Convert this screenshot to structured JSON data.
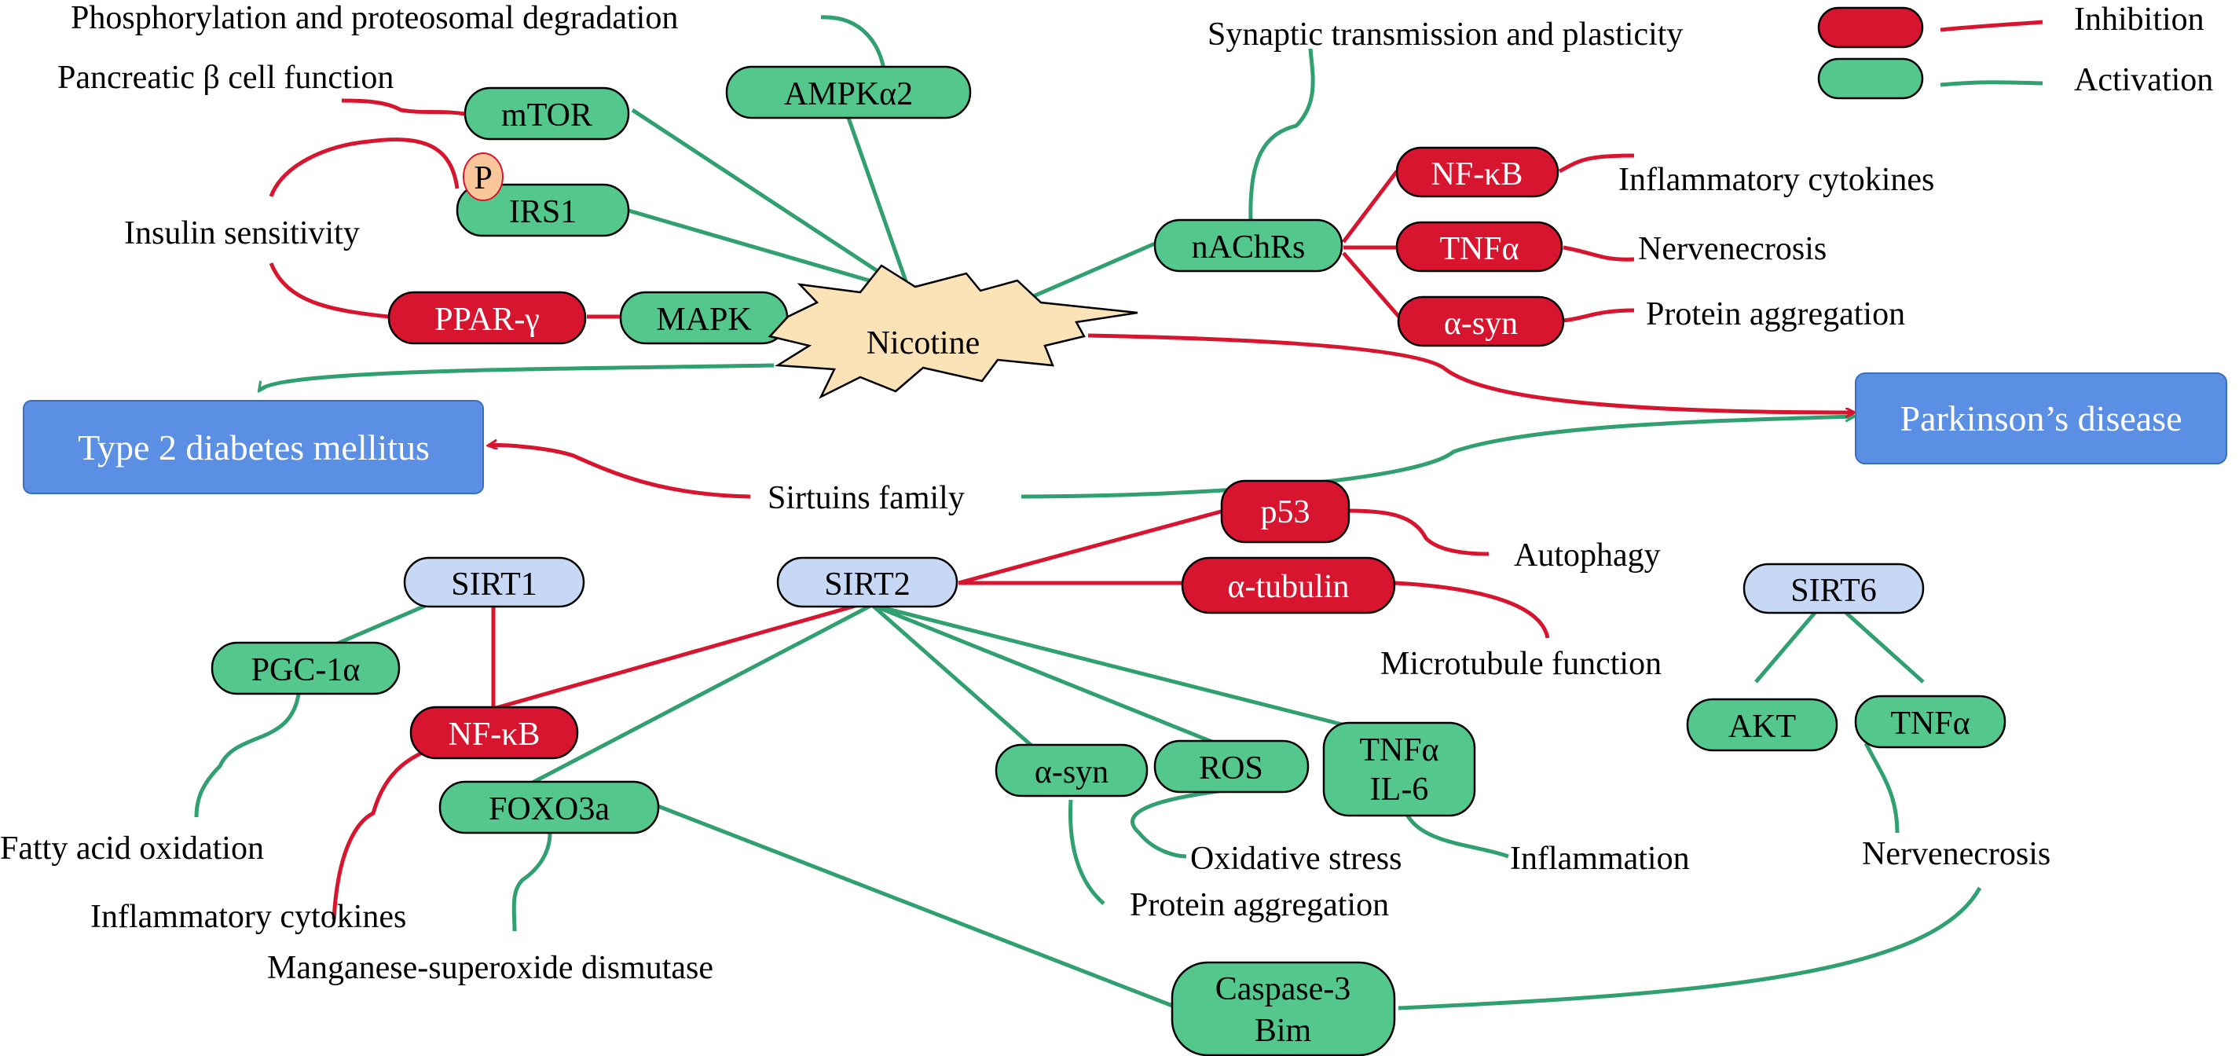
{
  "colors": {
    "inhibition": "#d8152f",
    "activation": "#30a070",
    "green_node": "#54c78d",
    "red_node": "#d8152f",
    "blue_node": "#c7d8f6",
    "disease_box": "#5b8fe3",
    "nicotine_fill": "#fbe2b7",
    "phospho_fill": "#f9c79a"
  },
  "legend": {
    "inhibition": "Inhibition",
    "activation": "Activation"
  },
  "nodes": {
    "mtor": "mTOR",
    "ampk": "AMPKα2",
    "irs1": "IRS1",
    "phospho": "P",
    "ppar": "PPAR-γ",
    "mapk": "MAPK",
    "nicotine": "Nicotine",
    "nachrs": "nAChRs",
    "nfkb_top": "NF-κB",
    "tnfa_top": "TNFα",
    "asyn_top": "α-syn",
    "t2dm": "Type 2 diabetes mellitus",
    "pd": "Parkinson’s disease",
    "p53": "p53",
    "sirt1": "SIRT1",
    "sirt2": "SIRT2",
    "tubulin": "α-tubulin",
    "sirt6": "SIRT6",
    "pgc": "PGC-1α",
    "nfkb_bottom": "NF-κB",
    "foxo": "FOXO3a",
    "asyn_bottom": "α-syn",
    "ros": "ROS",
    "tnfa_il6_line1": "TNFα",
    "tnfa_il6_line2": "IL-6",
    "akt": "AKT",
    "tnfa_right": "TNFα",
    "caspase_line1": "Caspase-3",
    "caspase_line2": "Bim"
  },
  "labels": {
    "phospho_degradation": "Phosphorylation and proteosomal degradation",
    "beta_cell": "Pancreatic β cell function",
    "insulin": "Insulin sensitivity",
    "synaptic": "Synaptic transmission and plasticity",
    "inflam_cytokines_top": "Inflammatory cytokines",
    "nervenecrosis_top": "Nervenecrosis",
    "protein_agg_top": "Protein aggregation",
    "sirtuins": "Sirtuins family",
    "autophagy": "Autophagy",
    "microtubule": "Microtubule function",
    "fatty_acid": "Fatty acid oxidation",
    "inflam_cytokines_bottom": "Inflammatory cytokines",
    "mnsod": "Manganese-superoxide dismutase",
    "oxidative": "Oxidative stress",
    "inflammation": "Inflammation",
    "protein_agg_bottom": "Protein aggregation",
    "nervenecrosis_bottom": "Nervenecrosis"
  }
}
